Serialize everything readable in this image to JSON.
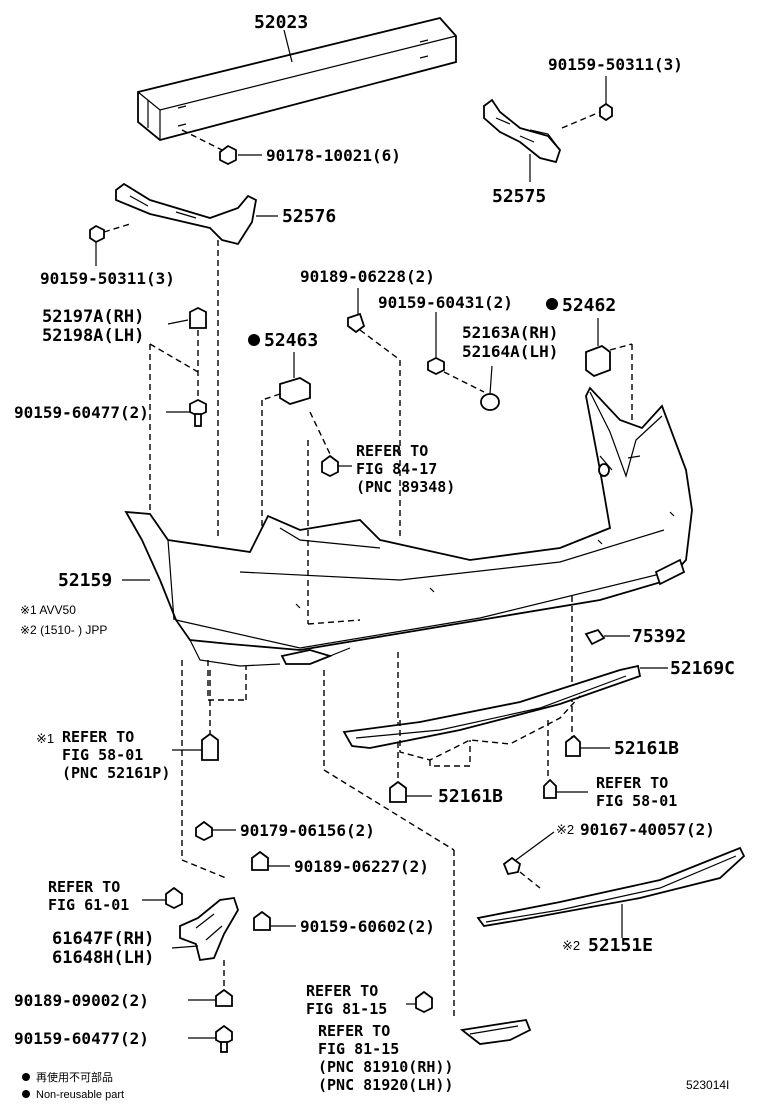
{
  "labels": {
    "p52023": "52023",
    "p90159_50311_top": "90159-50311(3)",
    "p90178_10021": "90178-10021(6)",
    "p52575": "52575",
    "p52576": "52576",
    "p90159_50311_left": "90159-50311(3)",
    "p90189_06228": "90189-06228(2)",
    "p52197a": "52197A(RH)",
    "p52198a": "52198A(LH)",
    "p90159_60431": "90159-60431(2)",
    "p52462": "52462",
    "p52463": "52463",
    "p52163a": "52163A(RH)",
    "p52164a": "52164A(LH)",
    "p90159_60477_top": "90159-60477(2)",
    "refer_84_l1": "REFER TO",
    "refer_84_l2": "FIG 84-17",
    "refer_84_l3": "(PNC 89348)",
    "p52159": "52159",
    "note1": "※1  AVV50",
    "note2": "※2 (1510-        ) JPP",
    "p75392": "75392",
    "p52169c": "52169C",
    "refer_58a_mark": "※1",
    "refer_58a_l1": "REFER TO",
    "refer_58a_l2": "FIG 58-01",
    "refer_58a_l3": "(PNC 52161P)",
    "p52161b_right": "52161B",
    "p52161b_mid": "52161B",
    "refer_58b_l1": "REFER TO",
    "refer_58b_l2": "FIG 58-01",
    "p90179_06156": "90179-06156(2)",
    "p90189_06227": "90189-06227(2)",
    "p90167_40057_mark": "※2",
    "p90167_40057": "90167-40057(2)",
    "refer_61_l1": "REFER TO",
    "refer_61_l2": "FIG 61-01",
    "p90159_60602": "90159-60602(2)",
    "p61647f": "61647F(RH)",
    "p61648h": "61648H(LH)",
    "p52151e_mark": "※2",
    "p52151e": "52151E",
    "p90189_09002": "90189-09002(2)",
    "refer_81a_l1": "REFER TO",
    "refer_81a_l2": "FIG 81-15",
    "p90159_60477_bottom": "90159-60477(2)",
    "refer_81b_l1": "REFER TO",
    "refer_81b_l2": "FIG 81-15",
    "refer_81b_l3": "(PNC 81910(RH))",
    "refer_81b_l4": "(PNC 81920(LH))",
    "legend_jp": "再使用不可部品",
    "legend_en": "Non-reusable part",
    "figure_code": "523014I"
  }
}
